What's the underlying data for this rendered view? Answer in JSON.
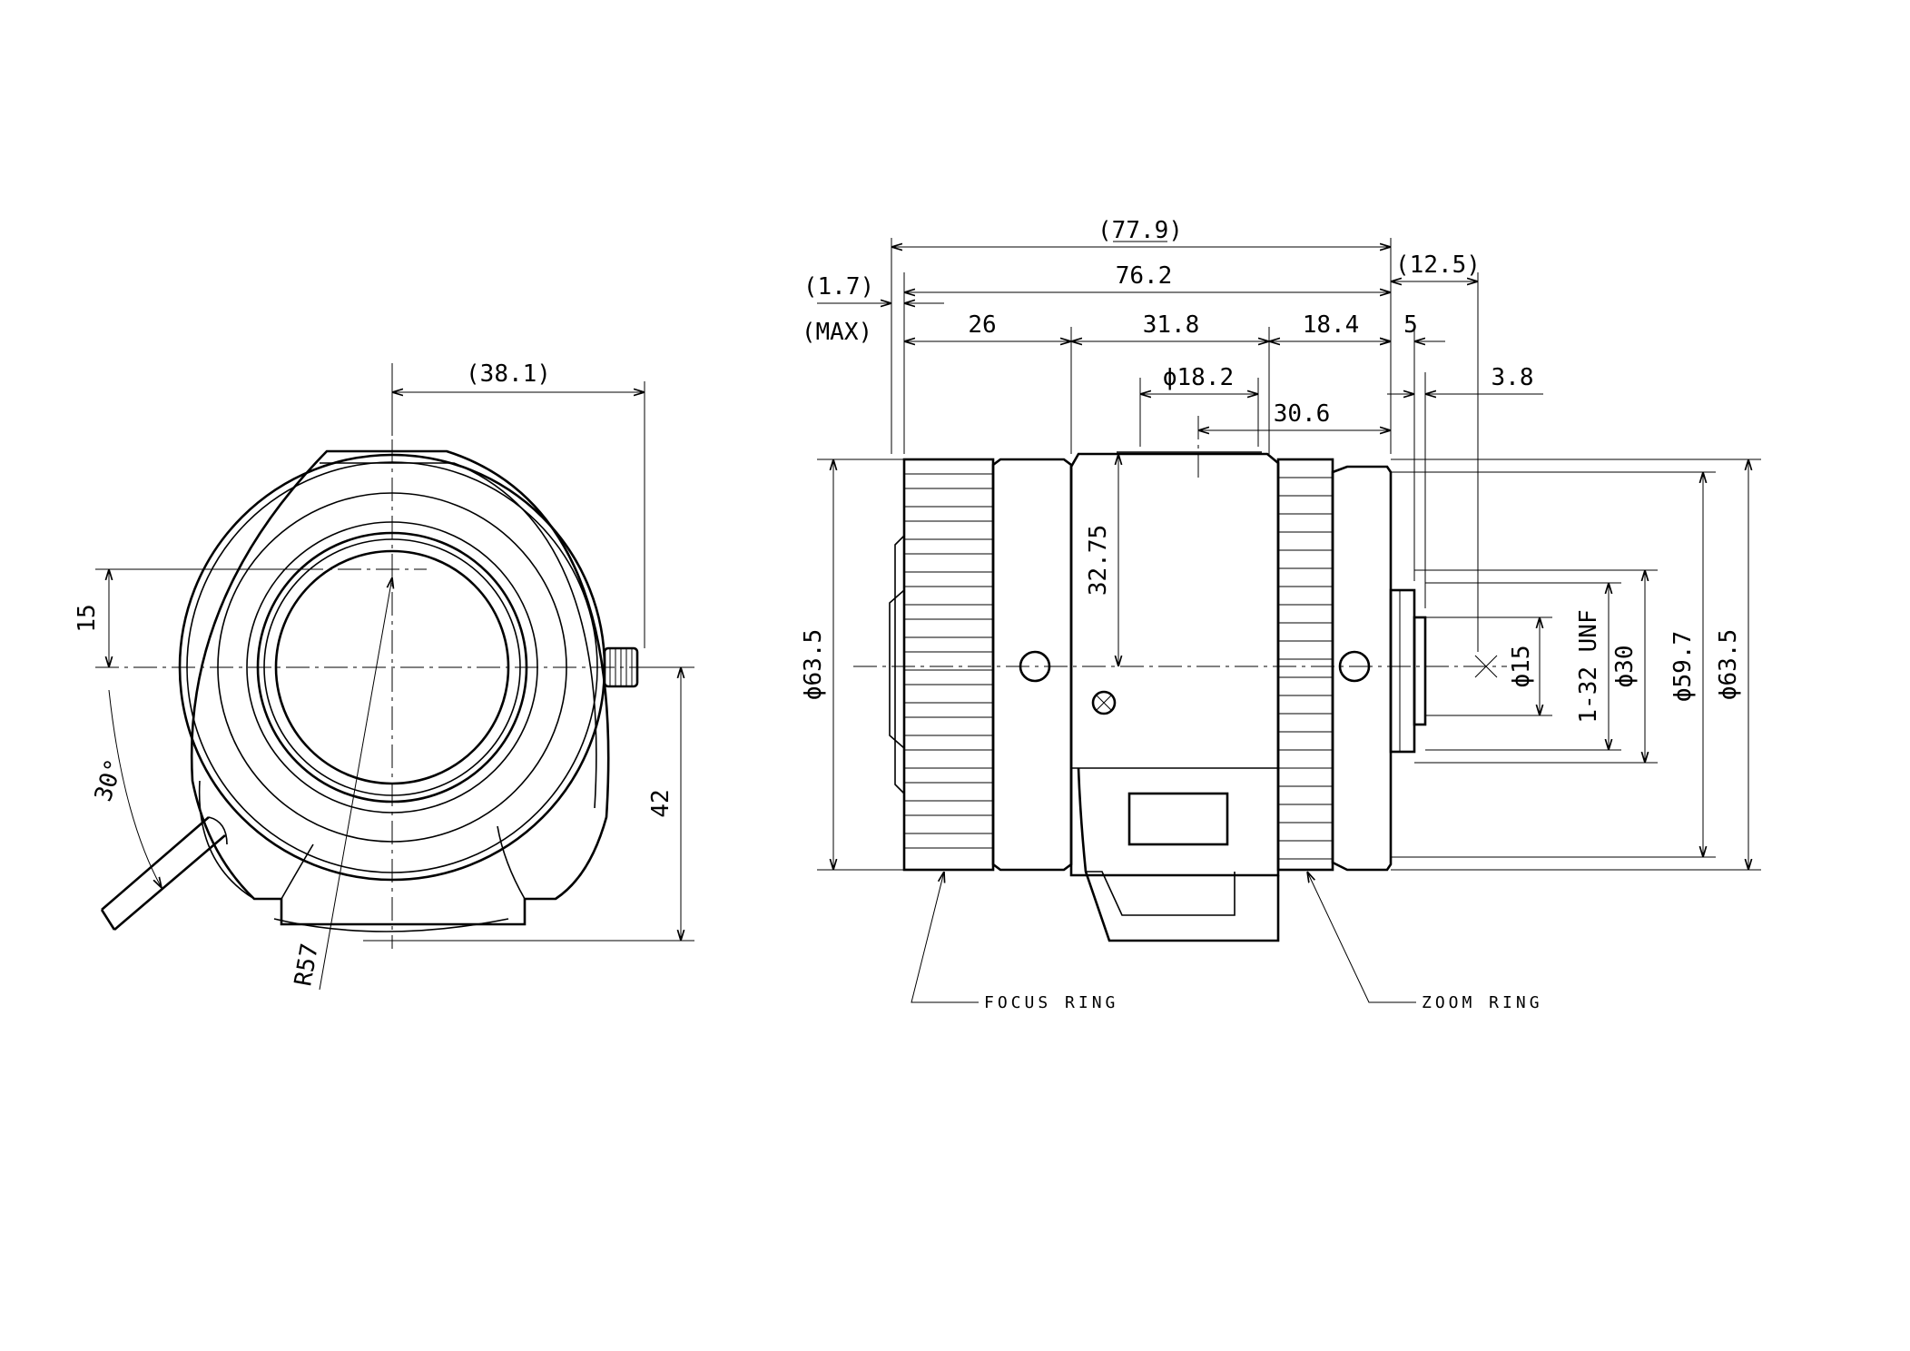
{
  "drawing": {
    "front_view": {
      "dim_width": "(38.1)",
      "dim_offset": "15",
      "dim_angle": "30°",
      "dim_height": "42",
      "dim_radius": "R57"
    },
    "side_view": {
      "dim_overall": "(77.9)",
      "dim_body": "76.2",
      "dim_back": "(12.5)",
      "dim_max": "(1.7)",
      "dim_max_note": "(MAX)",
      "dim_26": "26",
      "dim_31_8": "31.8",
      "dim_18_4": "18.4",
      "dim_5": "5",
      "dim_3_8": "3.8",
      "dim_hole": "ϕ18.2",
      "dim_30_6": "30.6",
      "dim_32_75": "32.75",
      "dim_dia_left": "ϕ63.5",
      "dim_dia_15": "ϕ15",
      "dim_thread": "1-32 UNF",
      "dim_dia_30": "ϕ30",
      "dim_dia_59_7": "ϕ59.7",
      "dim_dia_63_5": "ϕ63.5"
    },
    "labels": {
      "focus_ring": "FOCUS RING",
      "zoom_ring": "ZOOM RING"
    }
  }
}
